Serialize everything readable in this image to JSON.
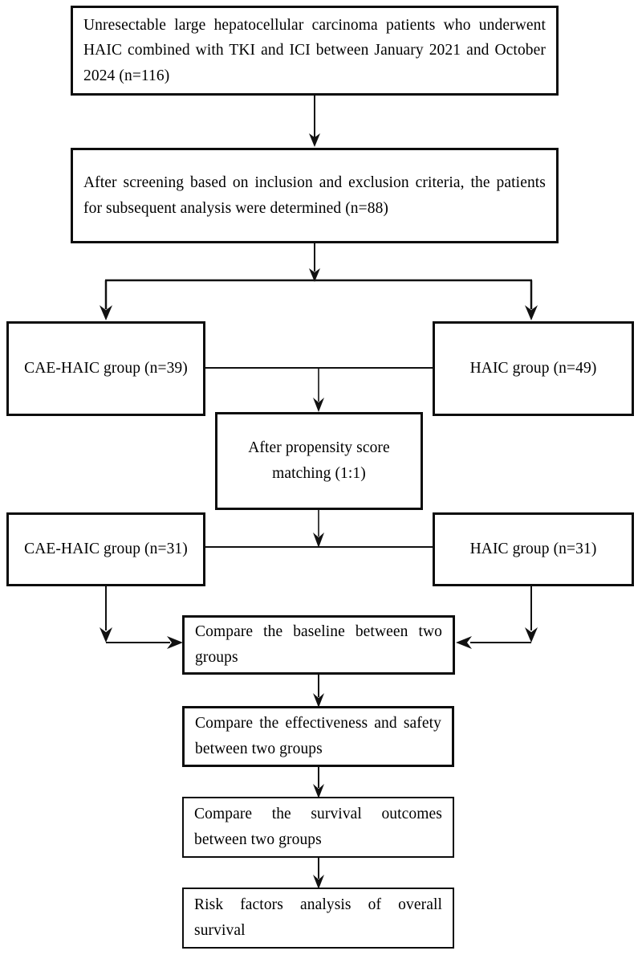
{
  "figure": {
    "type": "flowchart",
    "orientation": "top-to-bottom",
    "background_color": "#ffffff",
    "line_color": "#111111",
    "text_color": "#000000"
  },
  "nodes": {
    "enrollment": {
      "text": "Unresectable large hepatocellular carcinoma patients who underwent HAIC combined with TKI and ICI between January 2021 and October 2024 (n=116)",
      "cohort_size": 116
    },
    "screening": {
      "text": "After screening based on inclusion and exclusion criteria, the patients for subsequent analysis were determined (n=88)",
      "cohort_size": 88
    },
    "cae_haic_pre": {
      "text": "CAE-HAIC group (n=39)",
      "cohort_size": 39
    },
    "haic_pre": {
      "text": "HAIC group (n=49)",
      "cohort_size": 49
    },
    "psm": {
      "text": "After propensity score\nmatching (1:1)",
      "ratio": "1:1"
    },
    "cae_haic_post": {
      "text": "CAE-HAIC group (n=31)",
      "cohort_size": 31
    },
    "haic_post": {
      "text": "HAIC group (n=31)",
      "cohort_size": 31
    },
    "baseline": {
      "text": "Compare the baseline between two groups"
    },
    "effectiveness": {
      "text": "Compare the effectiveness and safety between two groups"
    },
    "survival": {
      "text": "Compare the survival outcomes between two groups"
    },
    "risk_factors": {
      "text": "Risk factors analysis of overall survival"
    }
  }
}
